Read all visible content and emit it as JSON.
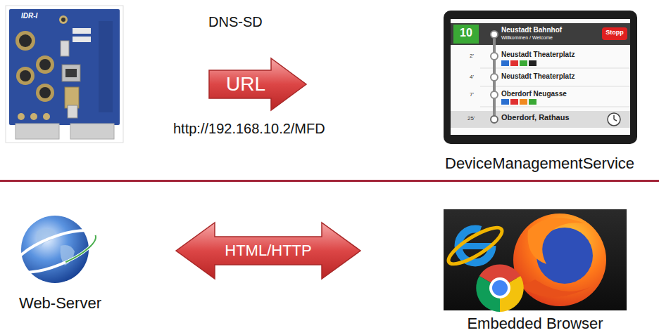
{
  "diagram": {
    "nodes": [
      {
        "text": [
          "IDR-I"
        ]
      },
      {
        "text": [
          "DeviceManagementService"
        ]
      },
      {
        "text": [
          "Web-Server"
        ]
      },
      {
        "text": [
          "Embedded Browser"
        ]
      }
    ],
    "edges": [
      {
        "from": 0,
        "to": 1,
        "label": "URL",
        "arrow": "to"
      },
      {
        "from": 2,
        "to": 3,
        "label": "HTML/HTTP",
        "arrow": "both"
      }
    ],
    "labels": [
      "DNS-SD",
      "http://192.168.10.2/MFD",
      "10",
      "Neustadt Bahnhof",
      "Willkommen / Welcome",
      "Stopp",
      "2'",
      "Neustadt Theaterplatz",
      "4'",
      "Neustadt Theaterplatz",
      "7'",
      "Oberdorf Neugasse",
      "25'",
      "Oberdorf, Rathaus"
    ]
  }
}
